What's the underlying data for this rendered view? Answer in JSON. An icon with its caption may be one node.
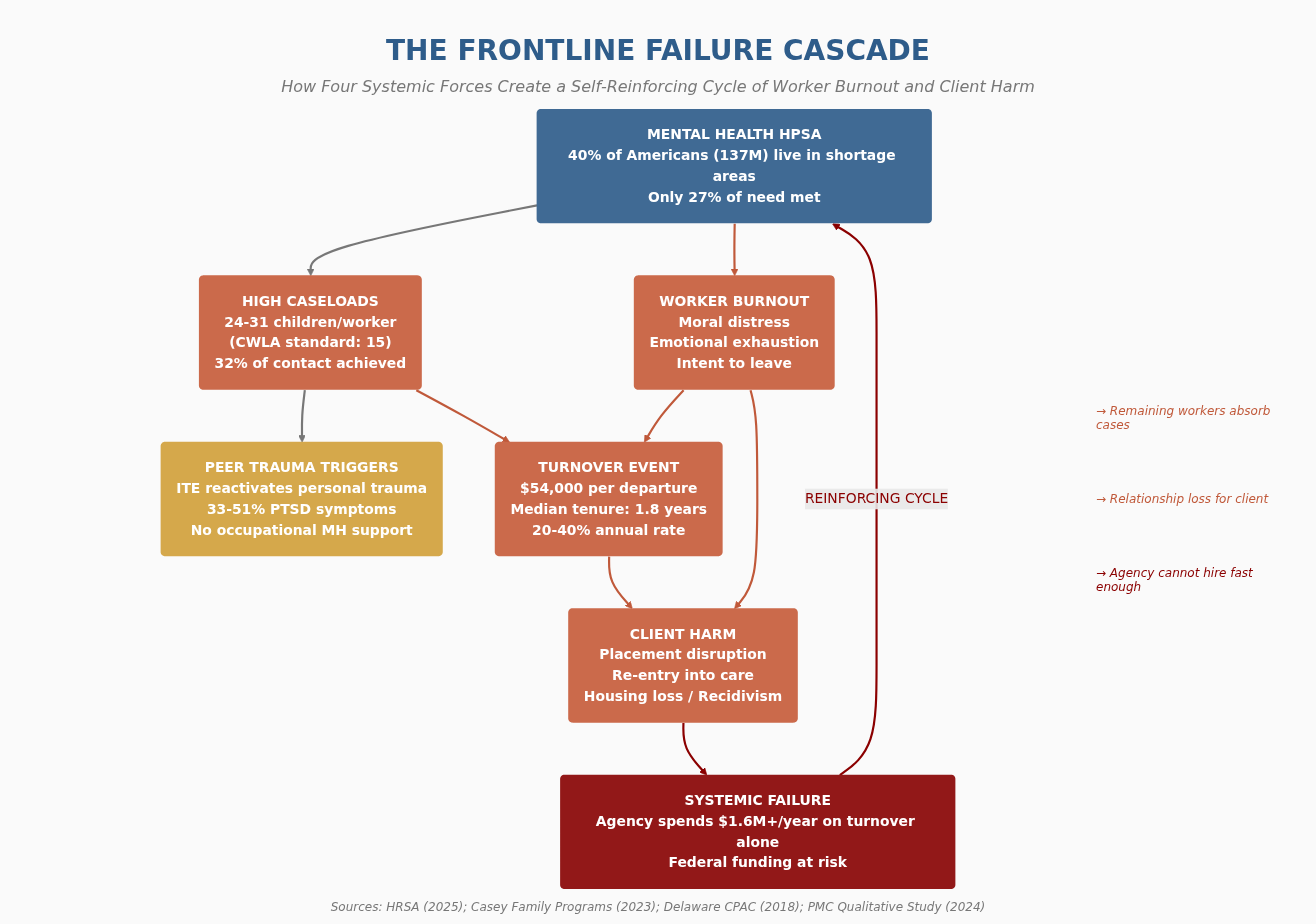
{
  "diagram": {
    "title": "THE FRONTLINE FAILURE CASCADE",
    "caption": "Sources: HRSA (2025); Casey Family Programs (2023); Delaware CPAC (2018); PMC Qualitative Study (2024)",
    "nodes": [
      {
        "text": [
          "MENTAL HEALTH HPSA",
          "40% of Americans (137M) live in shortage areas",
          "Only 27% of need met"
        ]
      },
      {
        "text": [
          "HIGH CASELOADS",
          "24-31 children/worker",
          "(CWLA standard: 15)",
          "32% of contact achieved"
        ]
      },
      {
        "text": [
          "PEER TRAUMA TRIGGERS",
          "ITE reactivates personal trauma",
          "33-51% PTSD symptoms",
          "No occupational MH support"
        ]
      },
      {
        "text": [
          "WORKER BURNOUT",
          "Moral distress",
          "Emotional exhaustion",
          "Intent to leave"
        ]
      },
      {
        "text": [
          "TURNOVER EVENT",
          "$54,000 per departure",
          "Median tenure: 1.8 years",
          "20-40% annual rate"
        ]
      },
      {
        "text": [
          "CLIENT HARM",
          "Placement disruption",
          "Re-entry into care",
          "Housing loss / Recidivism"
        ]
      },
      {
        "text": [
          "SYSTEMIC FAILURE",
          "Agency spends $1.6M+/year on turnover alone",
          "Federal funding at risk"
        ]
      }
    ],
    "edges": [
      {
        "from": 0,
        "to": 1,
        "arrow": "to",
        "color": "#777777"
      },
      {
        "from": 1,
        "to": 2,
        "arrow": "to",
        "color": "#777777"
      },
      {
        "from": 0,
        "to": 3,
        "arrow": "to"
      },
      {
        "from": 1,
        "to": 4,
        "arrow": "to"
      },
      {
        "from": 3,
        "to": 4,
        "arrow": "to"
      },
      {
        "from": 3,
        "to": 5,
        "arrow": "to"
      },
      {
        "from": 4,
        "to": 5,
        "arrow": "to"
      },
      {
        "from": 5,
        "to": 6,
        "arrow": "to",
        "color": "#8b0000"
      },
      {
        "from": 6,
        "to": 0,
        "arrow": "to",
        "label": "REINFORCING CYCLE",
        "color": "#8b0000"
      }
    ],
    "labels": [
      "How Four Systemic Forces Create a Self-Reinforcing Cycle of Worker Burnout and Client Harm",
      "→ Remaining workers absorb cases",
      "→ Relationship loss for client",
      "→ Agency cannot hire fast enough"
    ]
  }
}
